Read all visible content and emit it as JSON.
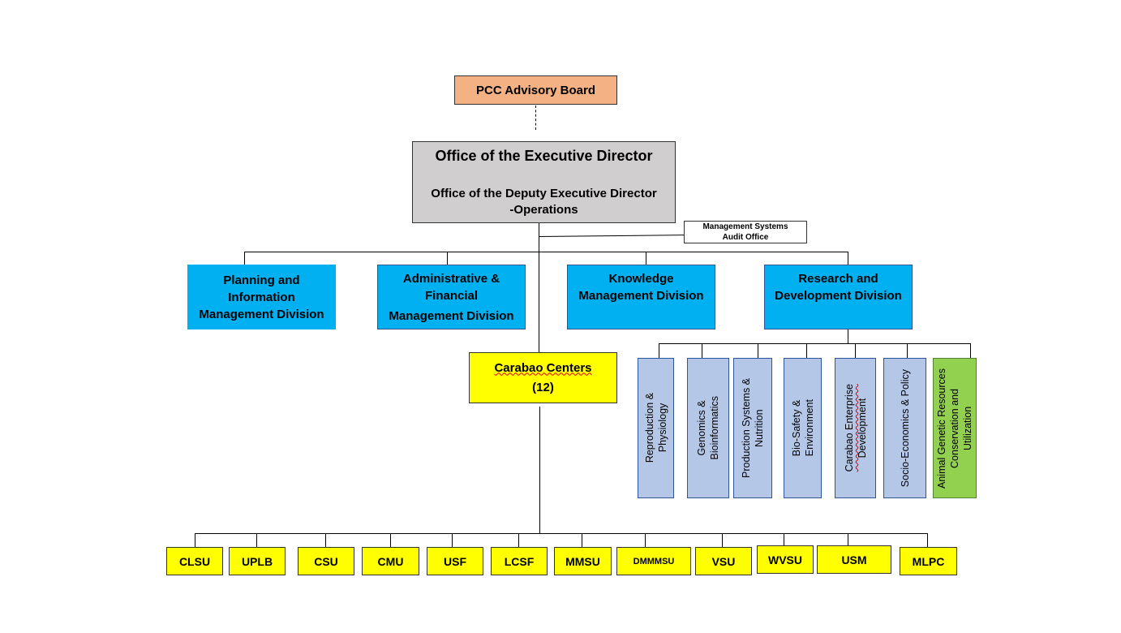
{
  "advisory_board": "PCC Advisory Board",
  "executive": {
    "title": "Office of the Executive Director",
    "deputy_line1": "Office of the Deputy Executive Director",
    "deputy_line2": "-Operations"
  },
  "audit_office": {
    "line1": "Management Systems",
    "line2": "Audit Office"
  },
  "divisions": [
    {
      "lines": [
        "Planning and",
        "Information",
        "Management Division"
      ]
    },
    {
      "lines": [
        "Administrative &",
        "Financial",
        "Management Division"
      ]
    },
    {
      "lines": [
        "Knowledge",
        "Management Division"
      ]
    },
    {
      "lines": [
        "Research and",
        "Development Division"
      ]
    }
  ],
  "carabao_centers": {
    "label": "Carabao Centers",
    "count": "(12)"
  },
  "rd_units": [
    {
      "lines": [
        "Reproduction &",
        "Physiology"
      ]
    },
    {
      "lines": [
        "Genomics &",
        "Bioinformatics"
      ]
    },
    {
      "lines": [
        "Production Systems  &",
        "Nutrition"
      ]
    },
    {
      "lines": [
        "Bio-Safety &",
        "Environment"
      ]
    },
    {
      "lines": [
        "Carabao Enterprise",
        "Development"
      ]
    },
    {
      "lines": [
        "Socio-Economics & Policy"
      ]
    },
    {
      "lines": [
        "Animal Genetic Resources",
        "Conservation and",
        "Utilization"
      ]
    }
  ],
  "centers": [
    "CLSU",
    "UPLB",
    "CSU",
    "CMU",
    "USF",
    "LCSF",
    "MMSU",
    "DMMMSU",
    "VSU",
    "WVSU",
    "USM",
    "MLPC"
  ],
  "colors": {
    "advisory": "#f4b183",
    "executive": "#d0cece",
    "division": "#00b0f0",
    "center": "#ffff00",
    "rd_unit": "#b4c7e7",
    "rd_unit_highlight": "#92d050"
  }
}
